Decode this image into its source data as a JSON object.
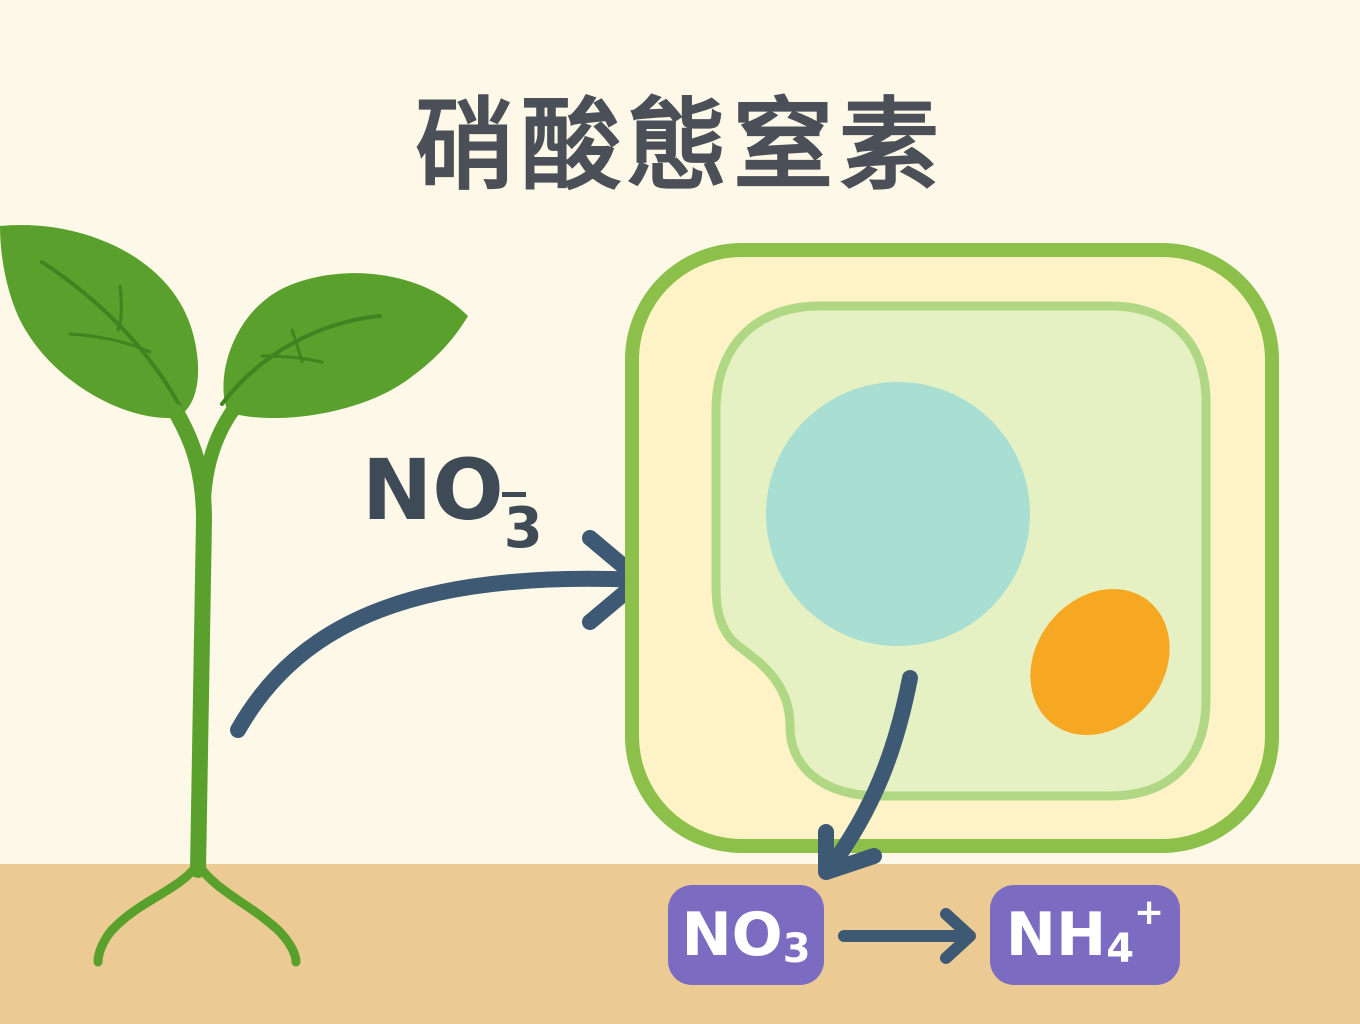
{
  "title": "硝酸態窒素",
  "ion_label": {
    "main": "NO",
    "sub": "3",
    "charge": "−"
  },
  "badges": [
    {
      "main": "NO",
      "sub": "3",
      "sup": ""
    },
    {
      "main": "NH",
      "sub": "4",
      "sup": "+"
    }
  ],
  "colors": {
    "background": "#fdf8e7",
    "soil": "#ebcb93",
    "plant": "#5aa02c",
    "cell_wall": "#8cc04a",
    "nucleus": "#a8dfd2",
    "organelle": "#f7a823",
    "arrow": "#3e5973",
    "badge": "#7b6cc2"
  }
}
